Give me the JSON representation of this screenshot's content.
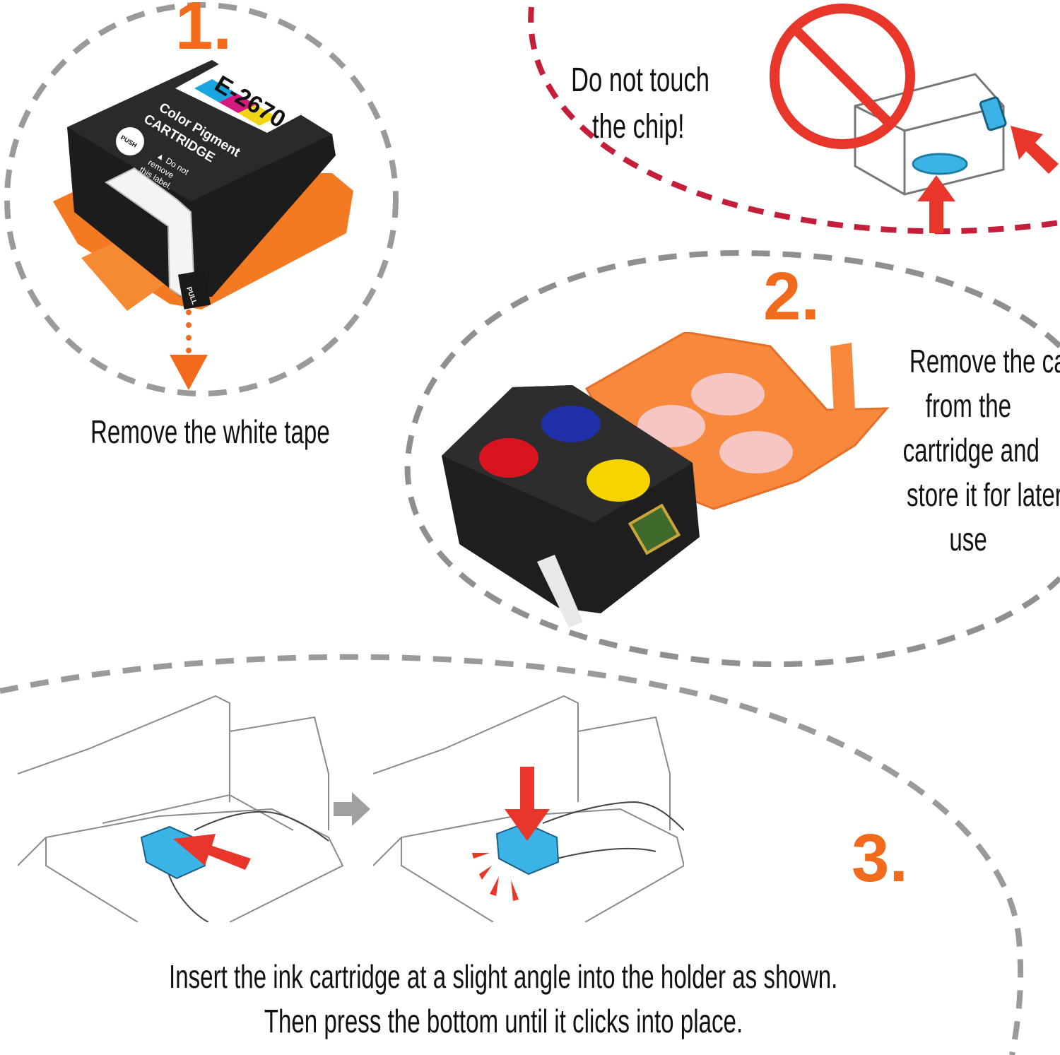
{
  "step1": {
    "number": "1.",
    "caption": "Remove the white  tape",
    "cartridge": {
      "model": "E-2670",
      "line1": "Color Pigment",
      "line2": "CARTRIDGE",
      "push": "PUSH",
      "warning": [
        "▲ Do not",
        "remove",
        "this label."
      ],
      "pull": "PULL"
    }
  },
  "warning": {
    "caption_line1": "Do not touch",
    "caption_line2": "the chip!"
  },
  "step2": {
    "number": "2.",
    "caption_lines": [
      "Remove the cap",
      "from the",
      "cartridge and",
      "store it for later",
      "use"
    ]
  },
  "step3": {
    "number": "3.",
    "caption_line1": "Insert the ink cartridge at a slight angle into the  holder as shown.",
    "caption_line2": "Then press the bottom  until it clicks into place."
  },
  "colors": {
    "accent_orange": "#f26a1b",
    "arrow_red": "#e8372a",
    "dash_gray": "#9a9a9a",
    "dash_red": "#c41e3a",
    "ink_red": "#d8141e",
    "ink_blue": "#1f2fa8",
    "ink_yellow": "#f5d400",
    "cyan_part": "#3bb3e6"
  }
}
